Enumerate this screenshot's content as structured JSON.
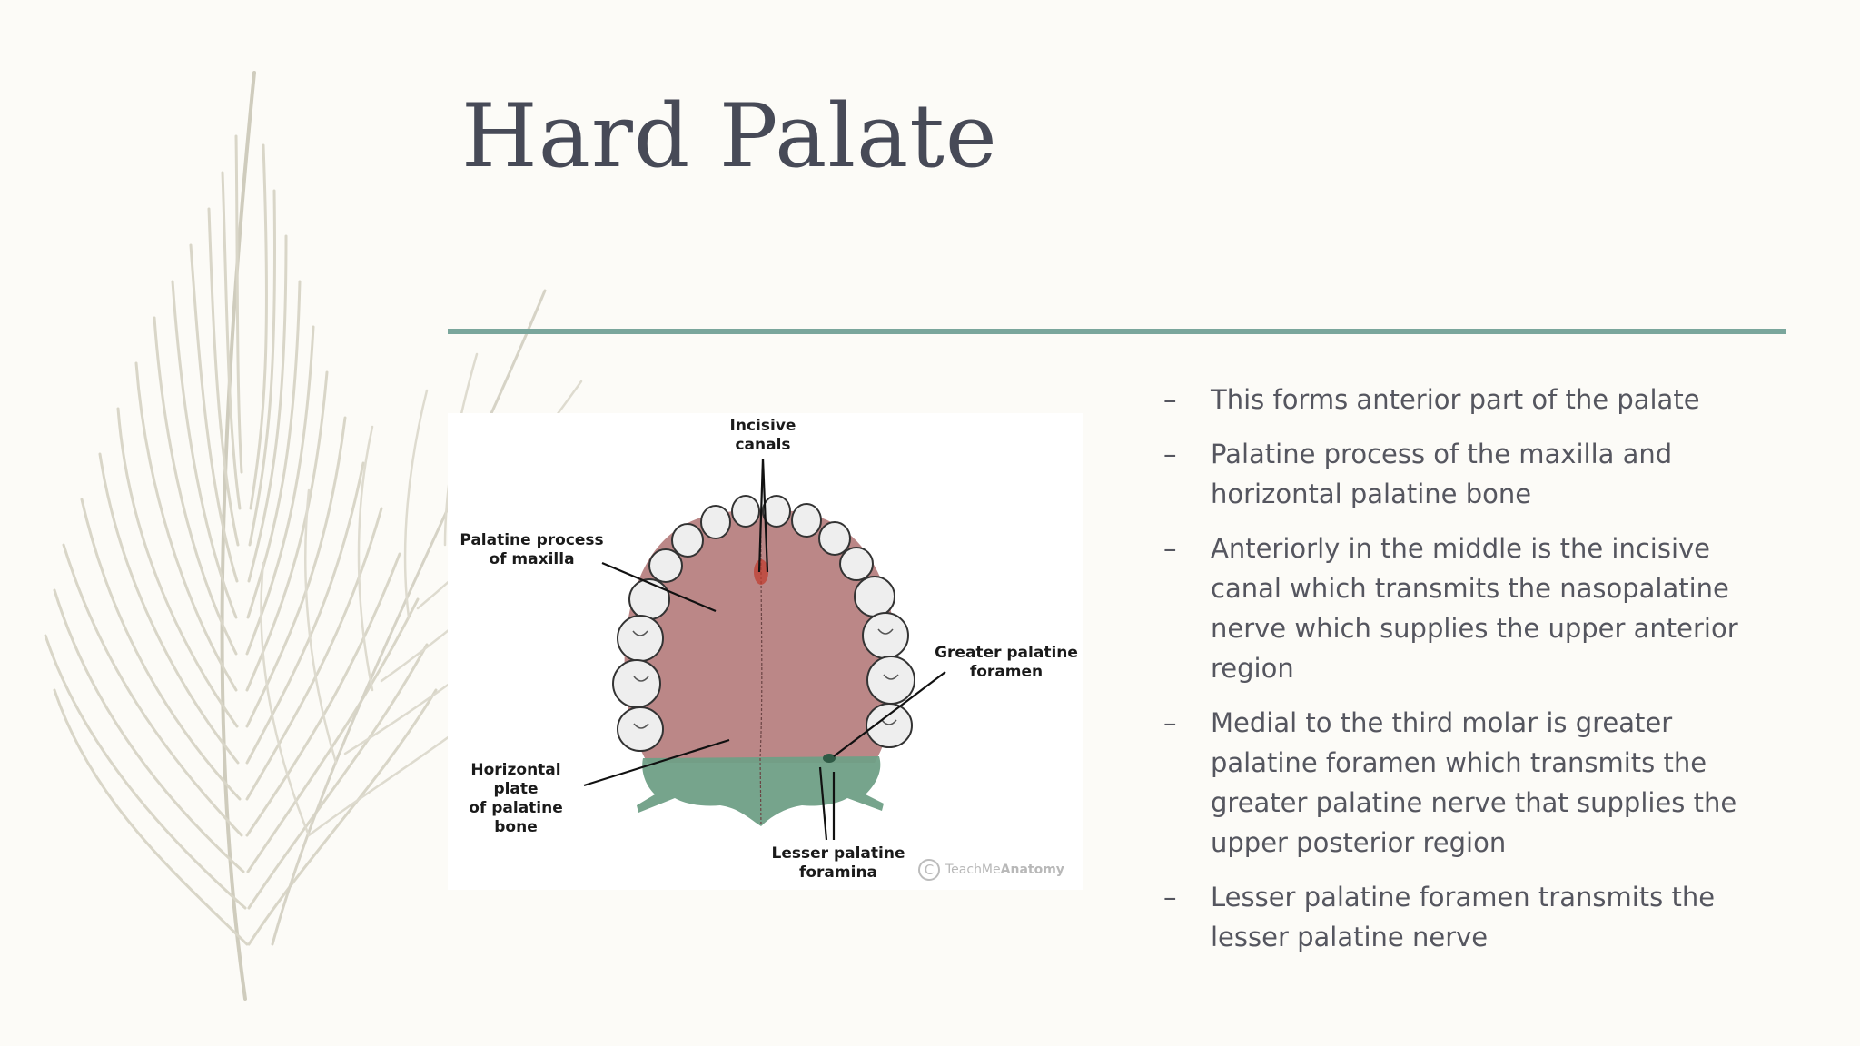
{
  "slide": {
    "title": "Hard Palate",
    "accent_color": "#7aa69c",
    "background_color": "#fcfbf7"
  },
  "figure": {
    "labels": {
      "incisive": "Incisive\ncanals",
      "palatine_process": "Palatine process\nof maxilla",
      "greater_palatine": "Greater palatine\nforamen",
      "horizontal_plate": "Horizontal plate\nof palatine bone",
      "lesser_palatine": "Lesser palatine\nforamina"
    },
    "watermark_symbol": "C",
    "watermark_brand": "TeachMe",
    "watermark_brand_bold": "Anatomy"
  },
  "bullets": [
    {
      "marker": "–",
      "text": "This forms anterior part of the palate"
    },
    {
      "marker": "–",
      "text": "Palatine process of the maxilla and horizontal palatine bone"
    },
    {
      "marker": "–",
      "text": "Anteriorly in the middle is the incisive canal which transmits the nasopalatine nerve which supplies the upper anterior region"
    },
    {
      "marker": "–",
      "text": "Medial to the third molar is greater palatine foramen which transmits the greater palatine nerve that supplies the upper posterior region"
    },
    {
      "marker": "–",
      "text": "Lesser palatine foramen transmits the lesser palatine nerve"
    }
  ]
}
